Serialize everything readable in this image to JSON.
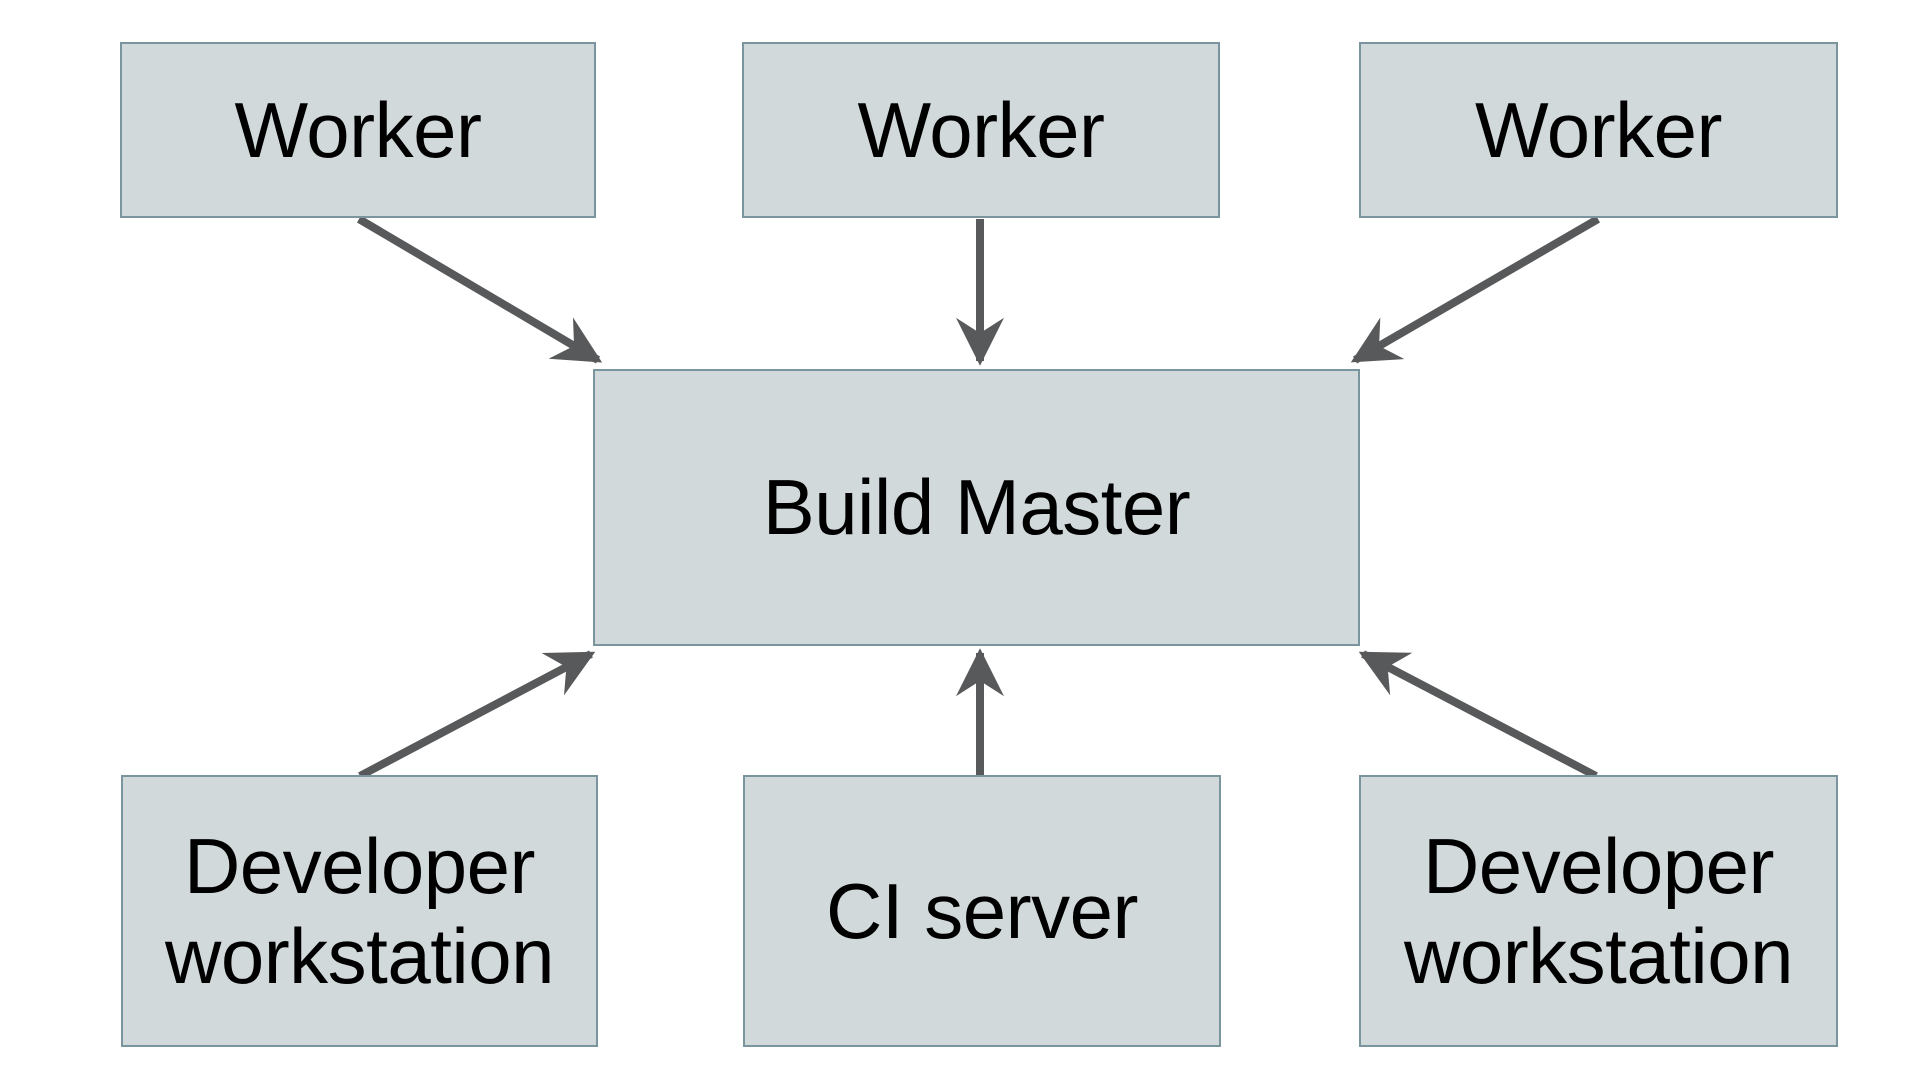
{
  "diagram": {
    "nodes": {
      "worker_left": {
        "label": "Worker"
      },
      "worker_center": {
        "label": "Worker"
      },
      "worker_right": {
        "label": "Worker"
      },
      "build_master": {
        "label": "Build Master"
      },
      "developer_workstation_left": {
        "label": "Developer workstation"
      },
      "ci_server": {
        "label": "CI server"
      },
      "developer_workstation_right": {
        "label": "Developer workstation"
      }
    },
    "edges": [
      {
        "from": "worker_left",
        "to": "build_master"
      },
      {
        "from": "worker_center",
        "to": "build_master"
      },
      {
        "from": "worker_right",
        "to": "build_master"
      },
      {
        "from": "developer_workstation_left",
        "to": "build_master"
      },
      {
        "from": "ci_server",
        "to": "build_master"
      },
      {
        "from": "developer_workstation_right",
        "to": "build_master"
      }
    ],
    "colors": {
      "background": "#ffffff",
      "node_fill": "#d2d9db",
      "node_border": "#7b959f",
      "arrow": "#58595a",
      "text": "#000000"
    }
  }
}
